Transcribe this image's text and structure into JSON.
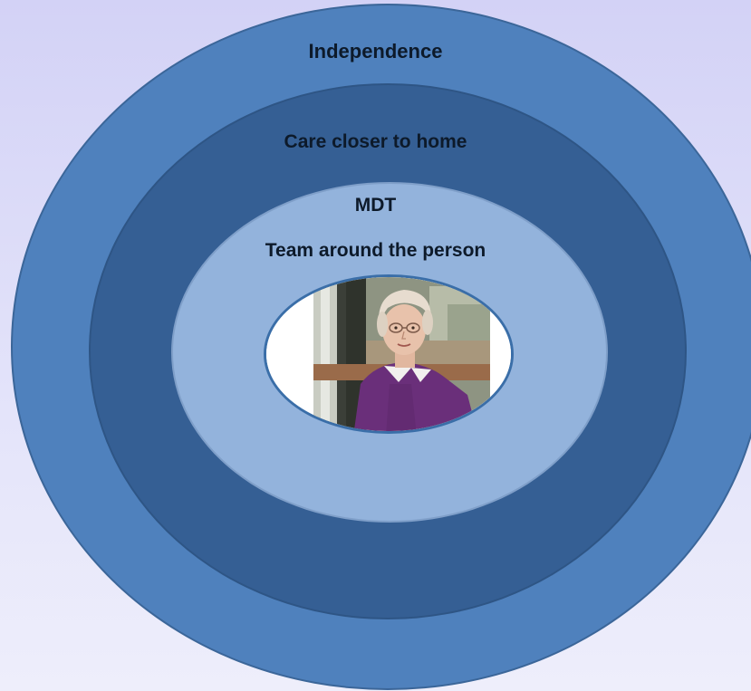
{
  "rings": {
    "outer_label": "Independence",
    "middle_label": "Care closer to home",
    "inner_label": "MDT",
    "core_label": "Team around the person"
  },
  "colors": {
    "outer": "#4f81bd",
    "middle": "#355f94",
    "inner": "#93b3dc",
    "background": "#d9d8f7"
  }
}
